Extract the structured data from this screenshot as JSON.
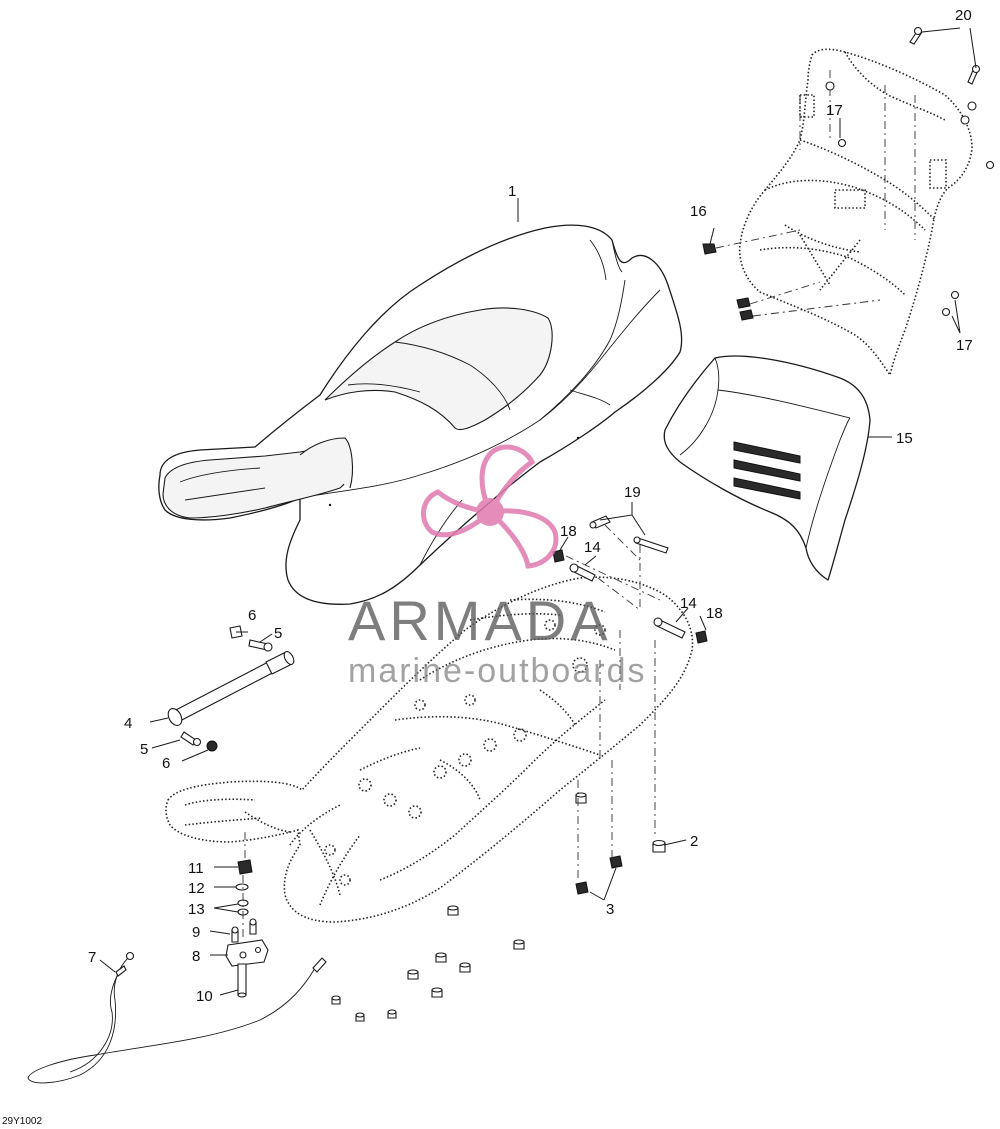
{
  "diagram": {
    "reference_code": "29Y1002",
    "watermark": {
      "brand": "ARMADA",
      "tagline": "marine-outboards",
      "color": "#e07ab0"
    },
    "callouts": {
      "c1": "1",
      "c2": "2",
      "c3": "3",
      "c4": "4",
      "c5a": "5",
      "c5b": "5",
      "c6a": "6",
      "c6b": "6",
      "c7": "7",
      "c8": "8",
      "c9": "9",
      "c10": "10",
      "c11": "11",
      "c12": "12",
      "c13": "13",
      "c14a": "14",
      "c14b": "14",
      "c15": "15",
      "c16": "16",
      "c17a": "17",
      "c17b": "17",
      "c18a": "18",
      "c18b": "18",
      "c19": "19",
      "c20": "20"
    }
  }
}
